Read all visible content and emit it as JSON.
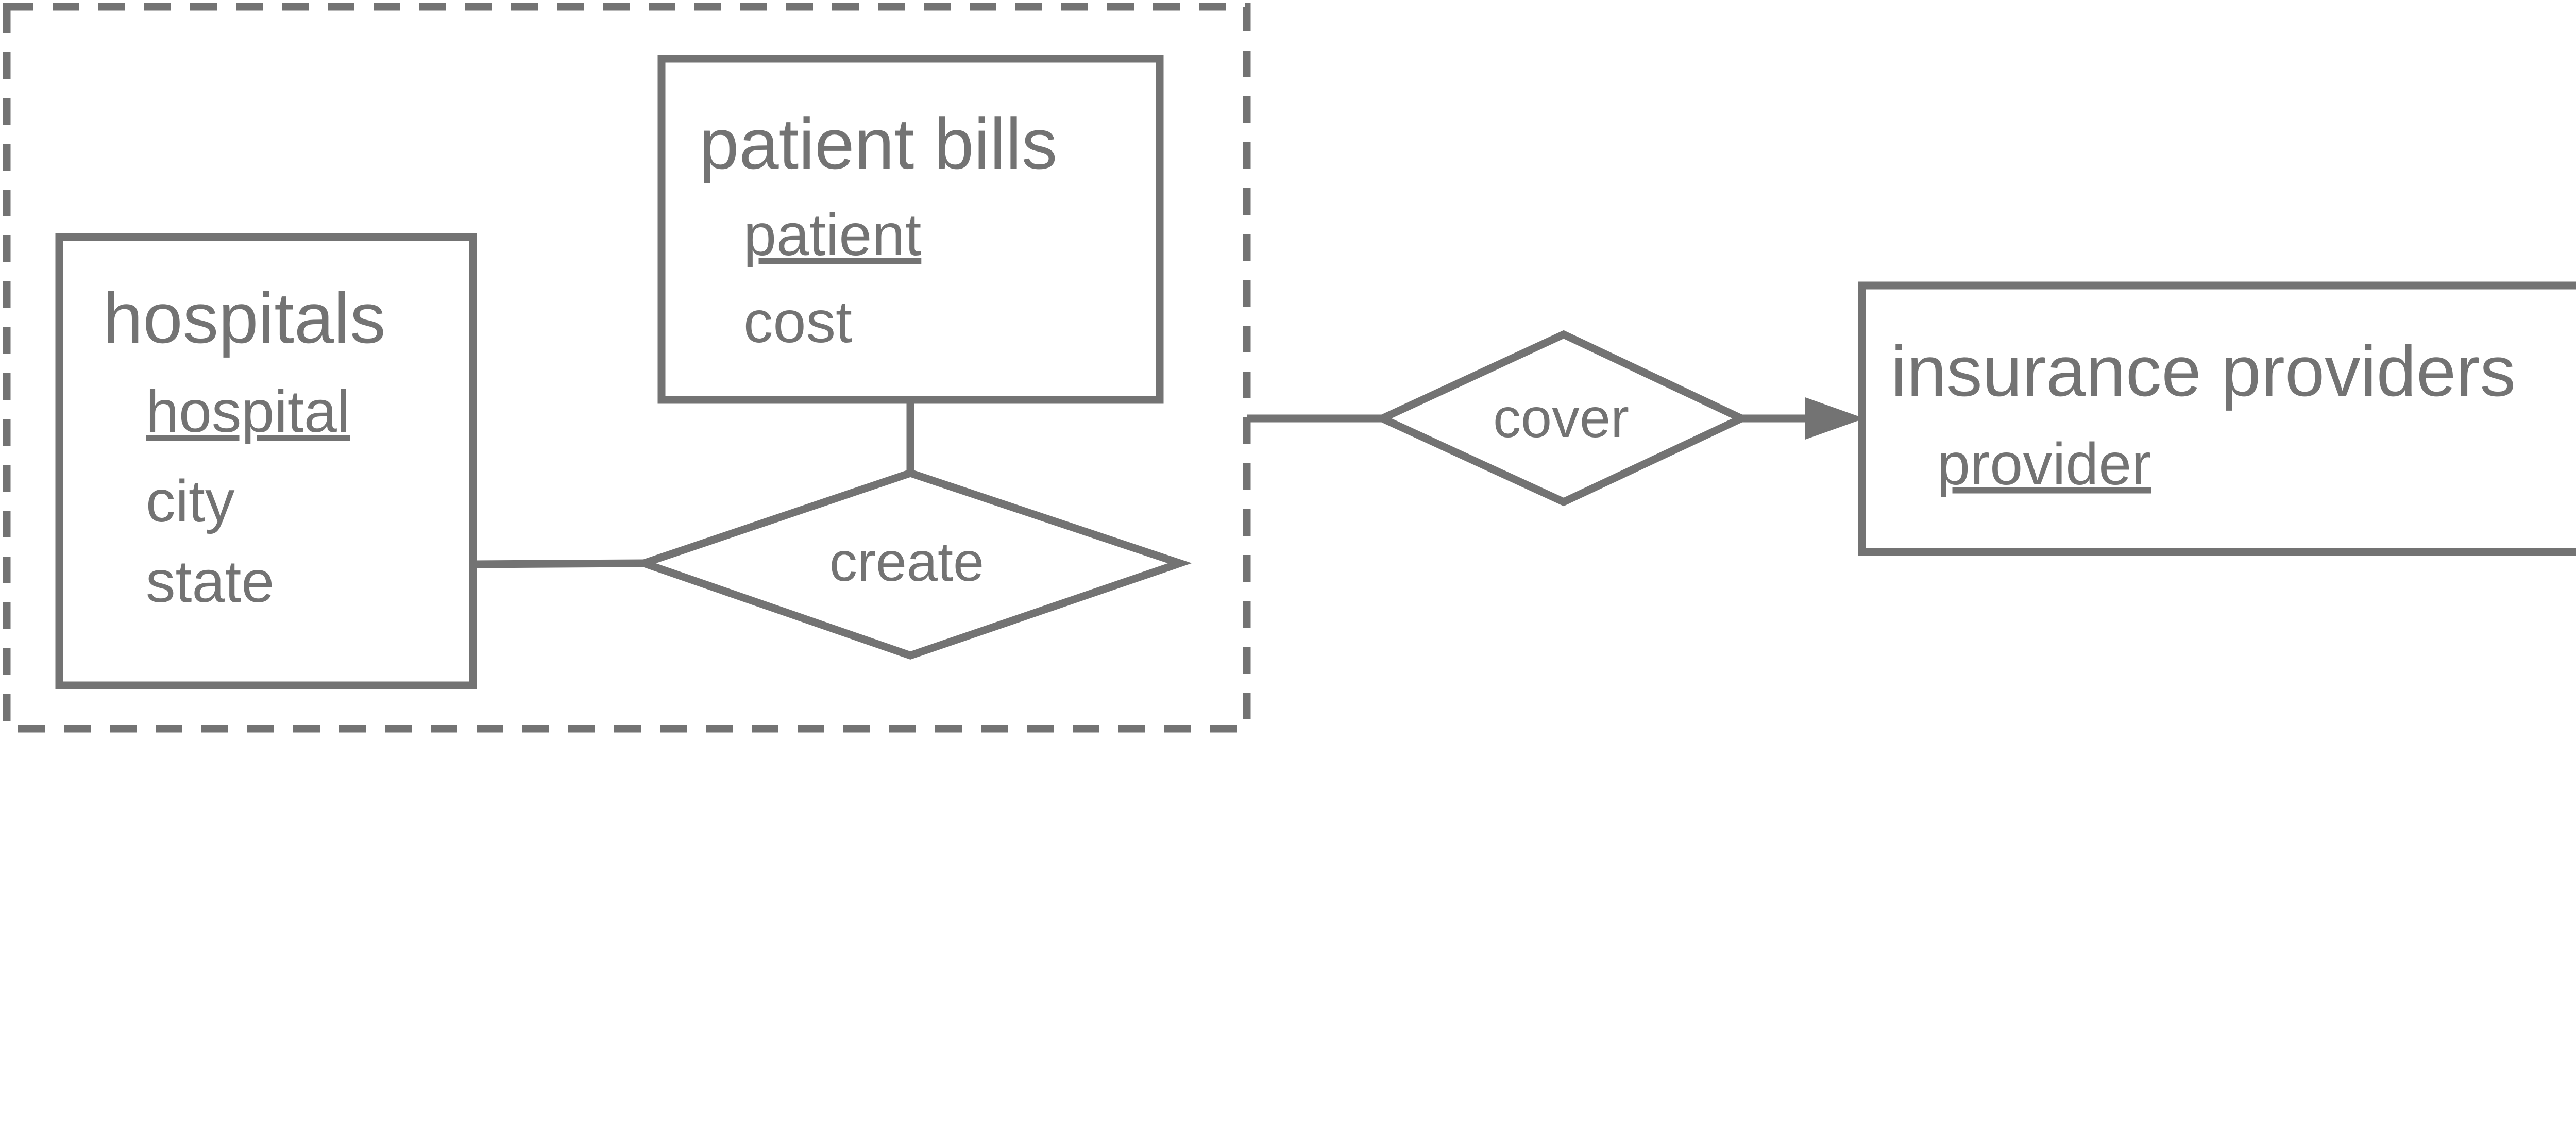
{
  "colors": {
    "stroke": "#737373",
    "text": "#737373",
    "background": "#ffffff"
  },
  "entities": {
    "hospitals": {
      "title": "hospitals",
      "key_attribute": "hospital",
      "attributes": [
        "city",
        "state"
      ]
    },
    "patient_bills": {
      "title": "patient bills",
      "key_attribute": "patient",
      "attributes": [
        "cost"
      ]
    },
    "insurance_providers": {
      "title": "insurance providers",
      "key_attribute": "provider",
      "attributes": []
    }
  },
  "relationships": {
    "create": {
      "label": "create"
    },
    "cover": {
      "label": "cover"
    }
  }
}
